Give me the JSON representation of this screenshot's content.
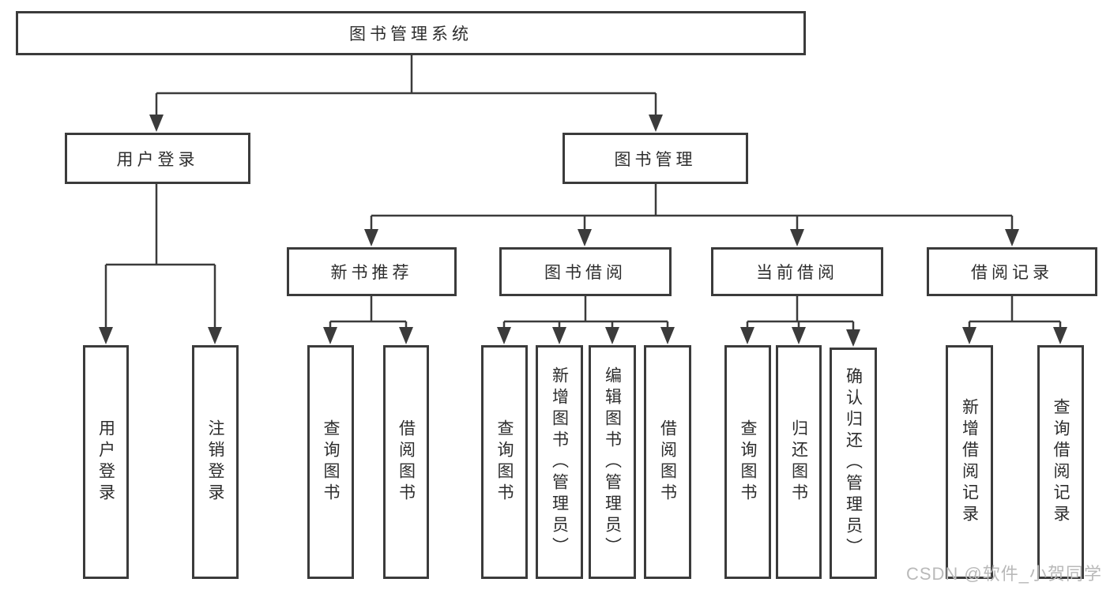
{
  "diagram": {
    "root": {
      "label": "图书管理系统"
    },
    "branches": [
      {
        "label": "用户登录",
        "children": [
          {
            "label": "用户登录"
          },
          {
            "label": "注销登录"
          }
        ]
      },
      {
        "label": "图书管理",
        "children": [
          {
            "label": "新书推荐",
            "children": [
              {
                "label": "查询图书"
              },
              {
                "label": "借阅图书"
              }
            ]
          },
          {
            "label": "图书借阅",
            "children": [
              {
                "label": "查询图书"
              },
              {
                "label": "新增图书（管理员）"
              },
              {
                "label": "编辑图书（管理员）"
              },
              {
                "label": "借阅图书"
              }
            ]
          },
          {
            "label": "当前借阅",
            "children": [
              {
                "label": "查询图书"
              },
              {
                "label": "归还图书"
              },
              {
                "label": "确认归还（管理员）"
              }
            ]
          },
          {
            "label": "借阅记录",
            "children": [
              {
                "label": "新增借阅记录"
              },
              {
                "label": "查询借阅记录"
              }
            ]
          }
        ]
      }
    ],
    "colors": {
      "line": "#3b3b3b",
      "text": "#2d2d2d",
      "box_background": "#ffffff",
      "watermark": "#b9b9b9"
    }
  },
  "watermark": {
    "text": "CSDN @软件_小贺同学"
  }
}
